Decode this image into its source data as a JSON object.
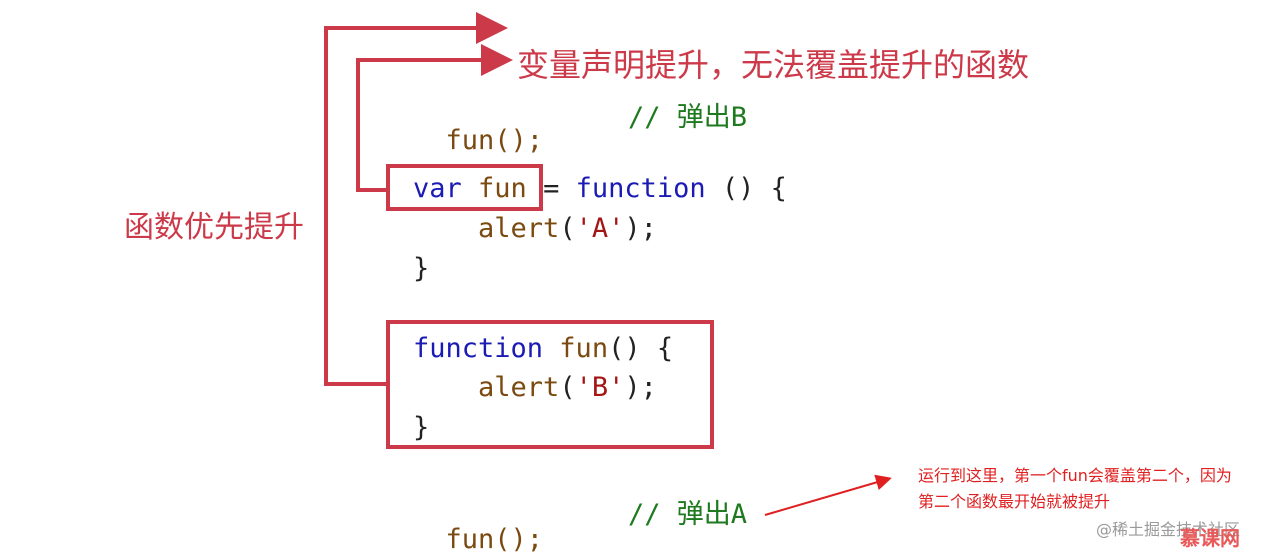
{
  "colors": {
    "annotation": "#cc3a4a",
    "note_red": "#e02020",
    "keyword": "#1a1ab4",
    "fn_name": "#7a4a10",
    "string": "#a31515",
    "comment": "#1f7a1f"
  },
  "annotations": {
    "var_hoist": "变量声明提升，无法覆盖提升的函数",
    "func_hoist": "函数优先提升",
    "note": "运行到这里，第一个fun会覆盖第二个，因为第二个函数最开始就被提升"
  },
  "code": {
    "line1_call": "fun();",
    "line1_comment": "// 弹出B",
    "var_kw": "var",
    "var_name": "fun",
    "var_eq": " = ",
    "var_function_kw": "function",
    "var_rest": " () {",
    "alert_a_indent": "    ",
    "alert_fn": "alert",
    "alert_a_open": "(",
    "alert_a_str": "'A'",
    "alert_a_close": ");",
    "brace_close_1": "}",
    "decl_function_kw": "function",
    "decl_name": " fun",
    "decl_rest": "() {",
    "alert_b_str": "'B'",
    "brace_close_2": "}",
    "line_last_call": "fun();",
    "line_last_comment": "// 弹出A"
  },
  "watermark": {
    "text": "@稀土掘金技术社区",
    "brand": "慕课网"
  }
}
